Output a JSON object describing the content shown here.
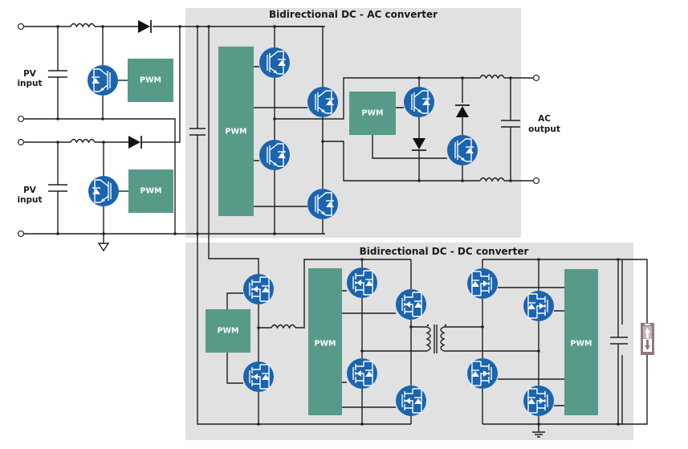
{
  "diagram": {
    "dc_ac_converter": {
      "title": "Bidirectional DC - AC converter",
      "pwm_main_label": "PWM",
      "pwm_output_label": "PWM"
    },
    "dc_dc_converter": {
      "title": "Bidirectional DC - DC converter",
      "pwm_left_label": "PWM",
      "pwm_mid_label": "PWM",
      "pwm_right_label": "PWM"
    },
    "pv_input_1": {
      "label_line1": "PV",
      "label_line2": "input",
      "pwm_label": "PWM"
    },
    "pv_input_2": {
      "label_line1": "PV",
      "label_line2": "input",
      "pwm_label": "PWM"
    },
    "ac_output": {
      "label_line1": "AC",
      "label_line2": "output"
    },
    "battery": {
      "icon": "battery-bidirectional-icon"
    },
    "colors": {
      "panel": "#e1e1e1",
      "pwm_block": "#579a8a",
      "switch": "#1b64ae",
      "wire": "#1e1e1e",
      "battery": "#8c7b7d"
    }
  }
}
